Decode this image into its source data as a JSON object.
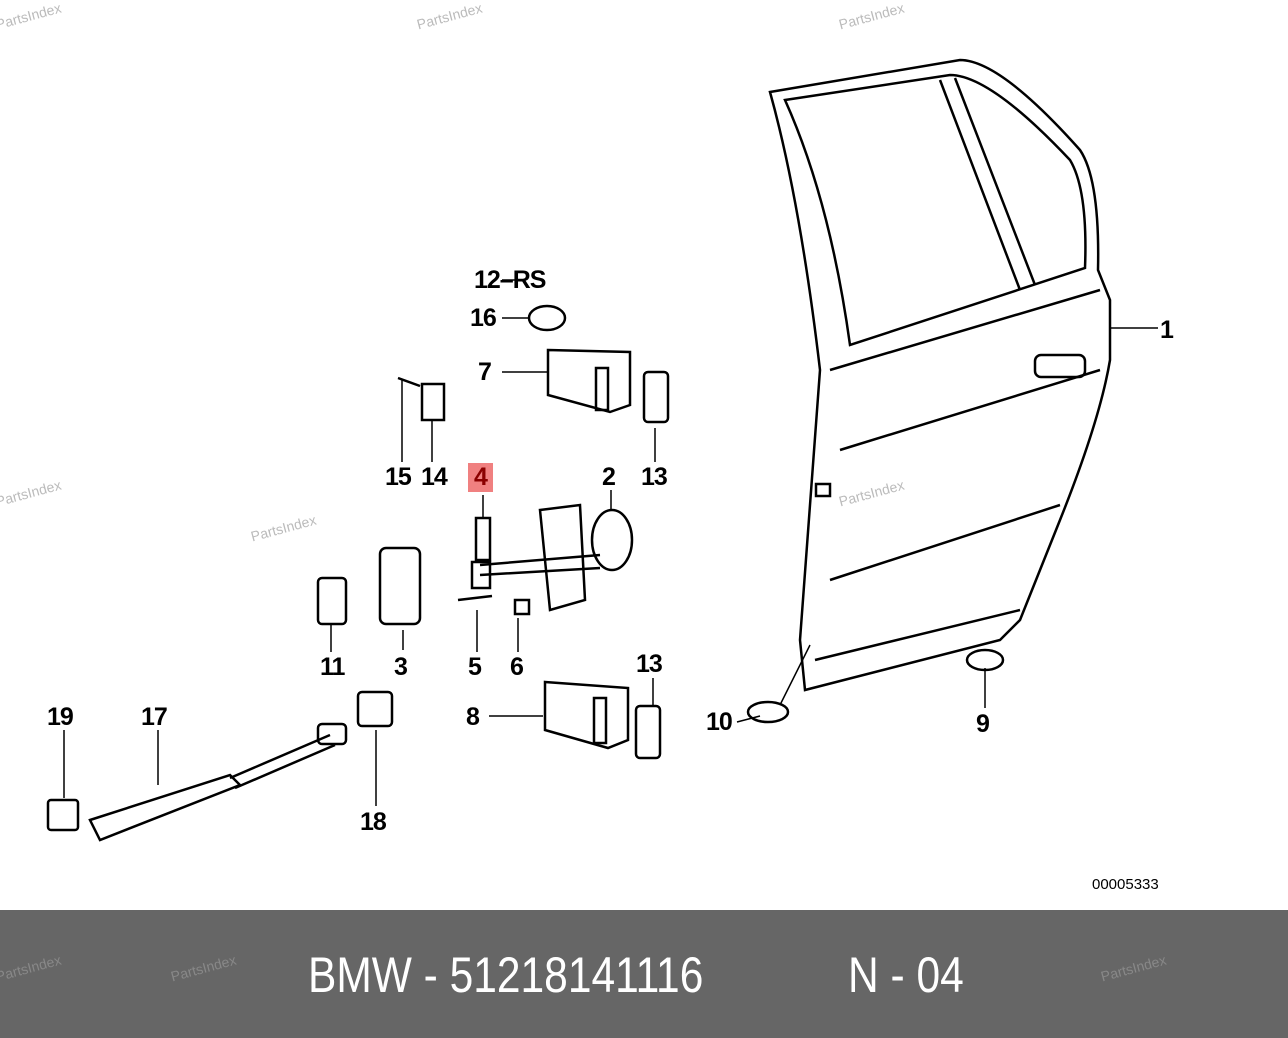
{
  "watermark": "PartsIndex",
  "diagram_number": "00005333",
  "callouts": [
    "1",
    "2",
    "3",
    "4",
    "5",
    "6",
    "7",
    "8",
    "9",
    "10",
    "11",
    "12–RS",
    "13",
    "13",
    "14",
    "15",
    "16",
    "17",
    "18",
    "19"
  ],
  "highlighted_callout": "4",
  "footer": {
    "part": "BMW - 51218141116",
    "position": "N - 04"
  },
  "colors": {
    "highlight": "#f08080",
    "footer_bg": "#666666"
  }
}
